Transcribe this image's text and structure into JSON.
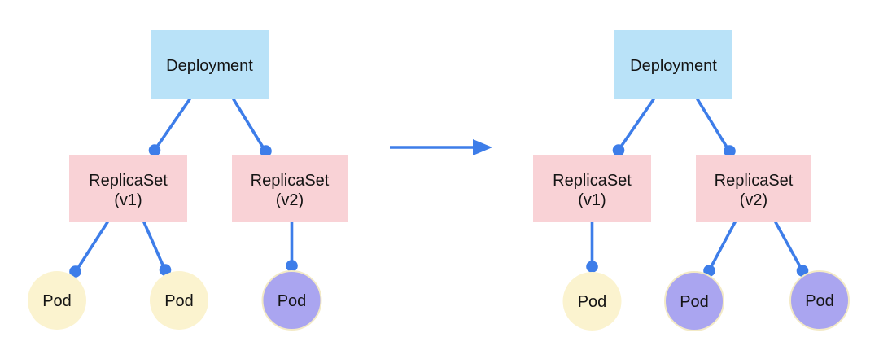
{
  "title": "Deployment ReplicaSet rollout diagram",
  "colors": {
    "background": "#ffffff",
    "deployment_fill": "#b9e2f8",
    "replicaset_fill": "#f9d2d6",
    "pod_v1_fill": "#fbf3cf",
    "pod_v2_fill": "#aaa5f0",
    "pod_v2_stroke": "#f3eac6",
    "edge": "#3d7de9",
    "text": "#141414"
  },
  "panels": {
    "left": {
      "deployment": {
        "label": "Deployment"
      },
      "replicaset_v1": {
        "line1": "ReplicaSet",
        "line2": "(v1)"
      },
      "replicaset_v2": {
        "line1": "ReplicaSet",
        "line2": "(v2)"
      },
      "pods": [
        {
          "label": "Pod",
          "version": "v1"
        },
        {
          "label": "Pod",
          "version": "v1"
        },
        {
          "label": "Pod",
          "version": "v2"
        }
      ]
    },
    "right": {
      "deployment": {
        "label": "Deployment"
      },
      "replicaset_v1": {
        "line1": "ReplicaSet",
        "line2": "(v1)"
      },
      "replicaset_v2": {
        "line1": "ReplicaSet",
        "line2": "(v2)"
      },
      "pods": [
        {
          "label": "Pod",
          "version": "v1"
        },
        {
          "label": "Pod",
          "version": "v2"
        },
        {
          "label": "Pod",
          "version": "v2"
        }
      ]
    }
  }
}
